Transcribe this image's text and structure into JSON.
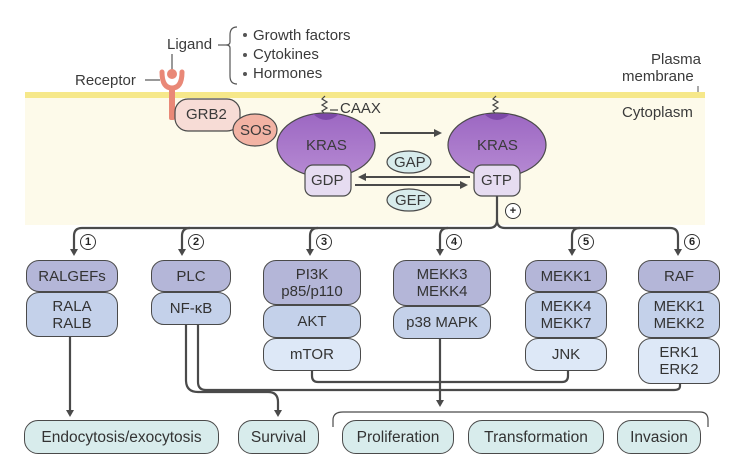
{
  "extracellular": {
    "ligand_label": "Ligand",
    "ligand_types": [
      "Growth factors",
      "Cytokines",
      "Hormones"
    ],
    "receptor_label": "Receptor",
    "membrane_label_line1": "Plasma",
    "membrane_label_line2": "membrane",
    "cytoplasm_label": "Cytoplasm"
  },
  "adaptors": {
    "grb2": "GRB2",
    "sos": "SOS"
  },
  "kras_cycle": {
    "kras_inactive": "KRAS",
    "kras_active": "KRAS",
    "caax_label": "CAAX",
    "gdp": "GDP",
    "gtp": "GTP",
    "gap": "GAP",
    "gef": "GEF",
    "activation_sign": "+"
  },
  "pathways": [
    {
      "number": "1",
      "boxes": [
        "RALGEFs",
        "RALA\nRALB"
      ]
    },
    {
      "number": "2",
      "boxes": [
        "PLC",
        "NF-κB"
      ]
    },
    {
      "number": "3",
      "boxes": [
        "PI3K\np85/p110",
        "AKT",
        "mTOR"
      ]
    },
    {
      "number": "4",
      "boxes": [
        "MEKK3\nMEKK4",
        "p38 MAPK"
      ]
    },
    {
      "number": "5",
      "boxes": [
        "MEKK1",
        "MEKK4\nMEKK7",
        "JNK"
      ]
    },
    {
      "number": "6",
      "boxes": [
        "RAF",
        "MEKK1\nMEKK2",
        "ERK1\nERK2"
      ]
    }
  ],
  "outcomes": [
    "Endocytosis/exocytosis",
    "Survival",
    "Proliferation",
    "Transformation",
    "Invasion"
  ],
  "colors": {
    "membrane": "#f6e88a",
    "cytoplasm": "#fdfaea",
    "kras": "#a978c9",
    "gdp_gtp": "#e6dcf1",
    "grb2": "#f7dcd6",
    "sos": "#f2b3a4",
    "receptor": "#e98877",
    "gap_gef": "#d8ecec",
    "dark_box": "#b4b6d8",
    "mid_box": "#c4d1ea",
    "light_box": "#dde8f7",
    "outcome_box": "#d8ecec"
  }
}
